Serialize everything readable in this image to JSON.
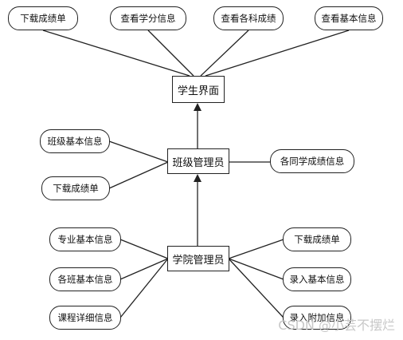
{
  "nodes": {
    "student": "学生界面",
    "class_admin": "班级管理员",
    "college_admin": "学院管理员"
  },
  "student_ops": [
    "下载成绩单",
    "查看学分信息",
    "查看各科成绩",
    "查看基本信息"
  ],
  "class_ops": [
    "班级基本信息",
    "下载成绩单",
    "各同学成绩信息"
  ],
  "college_ops_left": [
    "专业基本信息",
    "各班基本信息",
    "课程详细信息"
  ],
  "college_ops_right": [
    "下载成绩单",
    "录入基本信息",
    "录入附加信息"
  ],
  "watermark": "CSDN @小芸不摆烂"
}
